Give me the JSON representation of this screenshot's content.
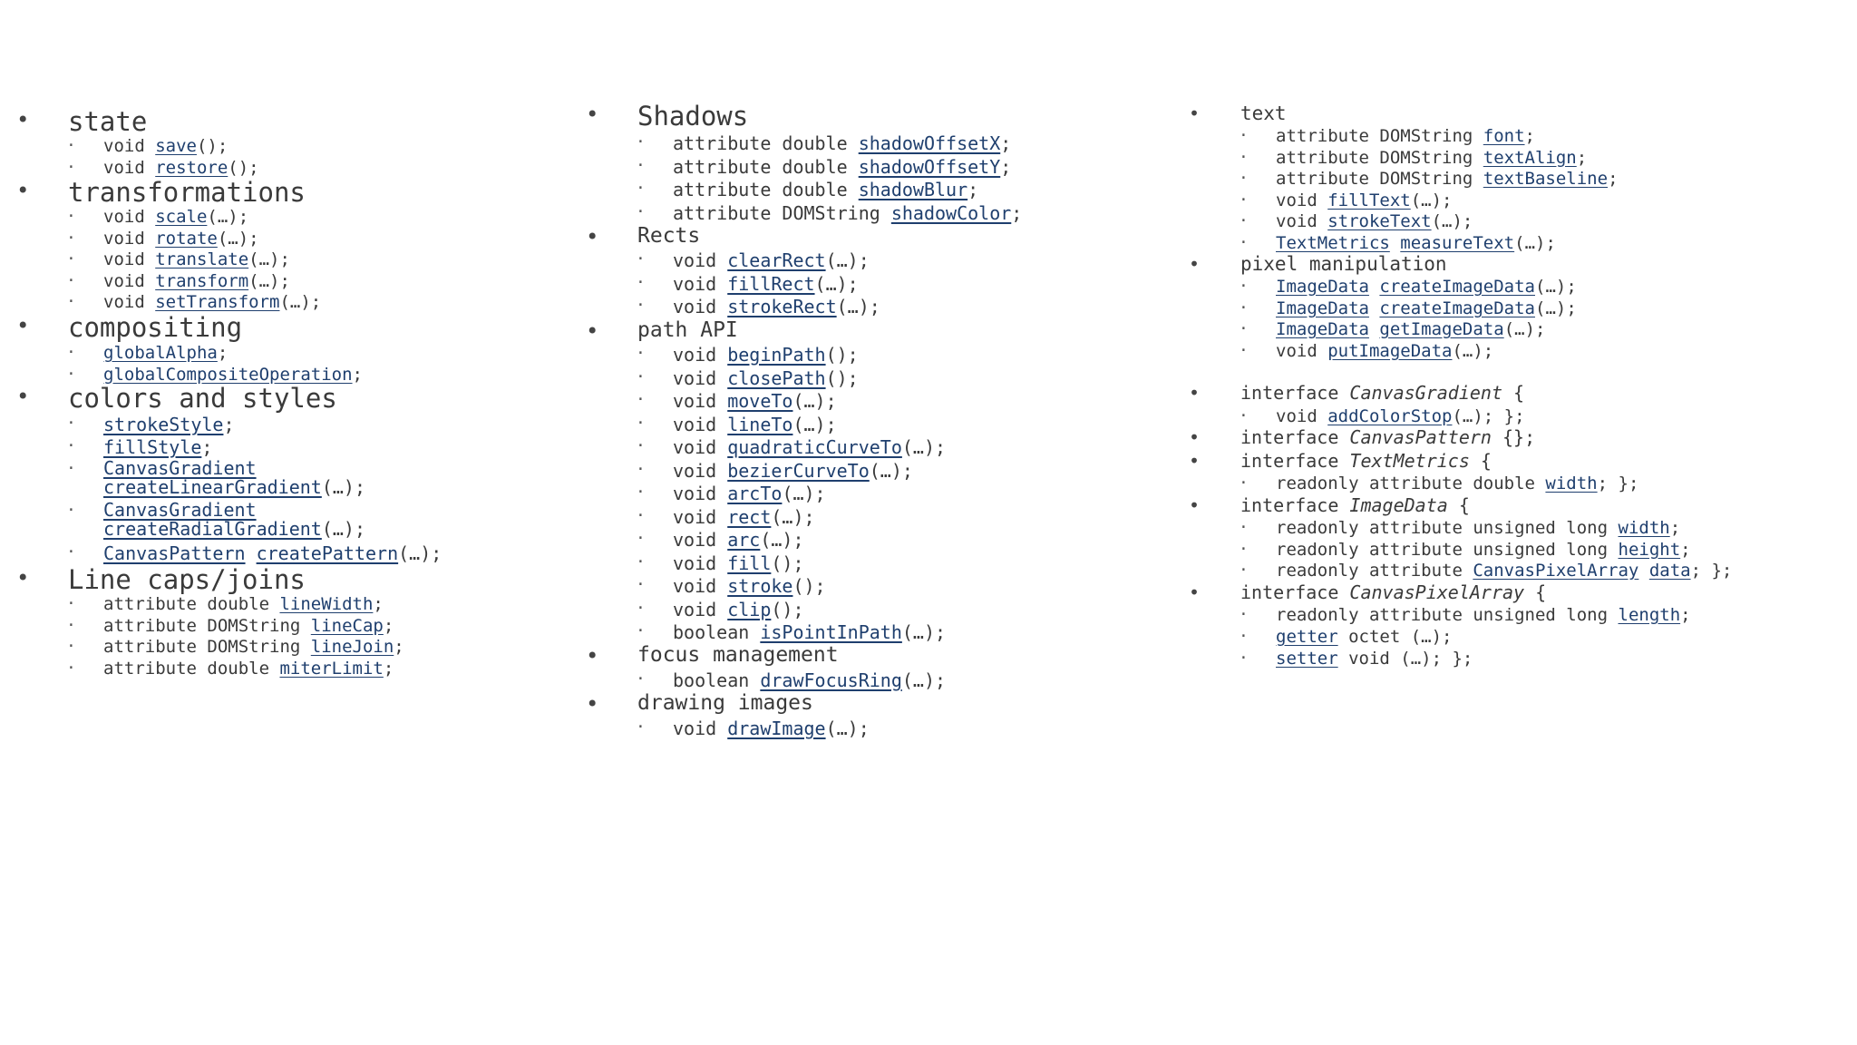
{
  "bullet": "•",
  "subbullet": "·",
  "col1": {
    "state": {
      "title": "state",
      "items": [
        [
          "void ",
          "save",
          "();"
        ],
        [
          "void ",
          "restore",
          "();"
        ]
      ]
    },
    "transformations": {
      "title": "transformations",
      "items": [
        [
          "void ",
          "scale",
          "(…);"
        ],
        [
          "void ",
          "rotate",
          "(…);"
        ],
        [
          "void ",
          "translate",
          "(…);"
        ],
        [
          "void ",
          "transform",
          "(…);"
        ],
        [
          "void ",
          "setTransform",
          "(…);"
        ]
      ]
    },
    "compositing": {
      "title": "compositing",
      "items": [
        [
          "",
          "globalAlpha",
          ";"
        ],
        [
          "",
          "globalCompositeOperation",
          ";"
        ]
      ]
    },
    "colors": {
      "title": "colors and styles",
      "items": [
        [
          "",
          "strokeStyle",
          ";"
        ],
        [
          "",
          "fillStyle",
          ";"
        ]
      ],
      "grad1_a": "CanvasGradient",
      "grad1_b": "createLinearGradient",
      "grad1_c": "(…);",
      "grad2_a": "CanvasGradient",
      "grad2_b": "createRadialGradient",
      "grad2_c": "(…);",
      "pat_a": "CanvasPattern",
      "pat_b": "createPattern",
      "pat_c": "(…);"
    },
    "linecaps": {
      "title": "Line caps/joins",
      "items": [
        [
          "attribute double ",
          "lineWidth",
          ";"
        ],
        [
          "attribute DOMString ",
          "lineCap",
          ";"
        ],
        [
          "attribute DOMString ",
          "lineJoin",
          ";"
        ],
        [
          "attribute double ",
          "miterLimit",
          ";"
        ]
      ]
    }
  },
  "col2": {
    "shadows": {
      "title": "Shadows",
      "items": [
        [
          "attribute double ",
          "shadowOffsetX",
          ";"
        ],
        [
          "attribute double ",
          "shadowOffsetY",
          ";"
        ],
        [
          "attribute double ",
          "shadowBlur",
          ";"
        ],
        [
          "attribute DOMString ",
          "shadowColor",
          ";"
        ]
      ]
    },
    "rects": {
      "title": "Rects",
      "items": [
        [
          "void ",
          "clearRect",
          "(…);"
        ],
        [
          "void ",
          "fillRect",
          "(…);"
        ],
        [
          "void ",
          "strokeRect",
          "(…);"
        ]
      ]
    },
    "path": {
      "title": "path API",
      "items": [
        [
          "void ",
          "beginPath",
          "();"
        ],
        [
          "void ",
          "closePath",
          "();"
        ],
        [
          "void ",
          "moveTo",
          "(…);"
        ],
        [
          "void ",
          "lineTo",
          "(…);"
        ],
        [
          "void ",
          "quadraticCurveTo",
          "(…);"
        ],
        [
          "void ",
          "bezierCurveTo",
          "(…);"
        ],
        [
          "void ",
          "arcTo",
          "(…);"
        ],
        [
          "void ",
          "rect",
          "(…);"
        ],
        [
          "void ",
          "arc",
          "(…);"
        ],
        [
          "void ",
          "fill",
          "();"
        ],
        [
          "void ",
          "stroke",
          "();"
        ],
        [
          "void ",
          "clip",
          "();"
        ],
        [
          "boolean ",
          "isPointInPath",
          "(…);"
        ]
      ]
    },
    "focus": {
      "title": "focus management",
      "items": [
        [
          "boolean ",
          "drawFocusRing",
          "(…);"
        ]
      ]
    },
    "images": {
      "title": "drawing images",
      "items": [
        [
          "void ",
          "drawImage",
          "(…);"
        ]
      ]
    }
  },
  "col3": {
    "text": {
      "title": "text",
      "items": [
        [
          "attribute DOMString ",
          "font",
          ";"
        ],
        [
          "attribute DOMString ",
          "textAlign",
          ";"
        ],
        [
          "attribute DOMString ",
          "textBaseline",
          ";"
        ],
        [
          "void ",
          "fillText",
          "(…);"
        ],
        [
          "void ",
          "strokeText",
          "(…);"
        ]
      ],
      "tm_a": "TextMetrics",
      "tm_b": "measureText",
      "tm_c": "(…);"
    },
    "pixel": {
      "title": "pixel manipulation",
      "r1a": "ImageData",
      "r1b": "createImageData",
      "r1c": "(…);",
      "r2a": "ImageData",
      "r2b": "createImageData",
      "r2c": "(…);",
      "r3a": "ImageData",
      "r3b": "getImageData",
      "r3c": "(…);",
      "r4pre": "void ",
      "r4b": "putImageData",
      "r4c": "(…);"
    },
    "gradient": {
      "kw": "interface ",
      "name": "CanvasGradient",
      "tail": " {",
      "pre": "void ",
      "lk": "addColorStop",
      "post": "(…); };"
    },
    "pattern": {
      "kw": "interface ",
      "name": "CanvasPattern",
      "tail": " {};"
    },
    "textmetrics": {
      "kw": "interface ",
      "name": "TextMetrics",
      "tail": " {",
      "pre": "readonly attribute double ",
      "lk": "width",
      "post": "; };"
    },
    "imagedata": {
      "kw": "interface ",
      "name": "ImageData",
      "tail": " {",
      "w_pre": "readonly attribute unsigned long ",
      "w_lk": "width",
      "w_post": ";",
      "h_pre": "readonly attribute unsigned long ",
      "h_lk": "height",
      "h_post": ";",
      "d_pre": "readonly attribute ",
      "d_lk1": "CanvasPixelArray",
      "d_mid": " ",
      "d_lk2": "data",
      "d_post": "; };"
    },
    "pixelarray": {
      "kw": "interface ",
      "name": "CanvasPixelArray",
      "tail": " {",
      "l_pre": "readonly attribute unsigned long ",
      "l_lk": "length",
      "l_post": ";",
      "g_lk": "getter",
      "g_post": " octet (…);",
      "s_lk": "setter",
      "s_post": " void (…); };"
    }
  }
}
